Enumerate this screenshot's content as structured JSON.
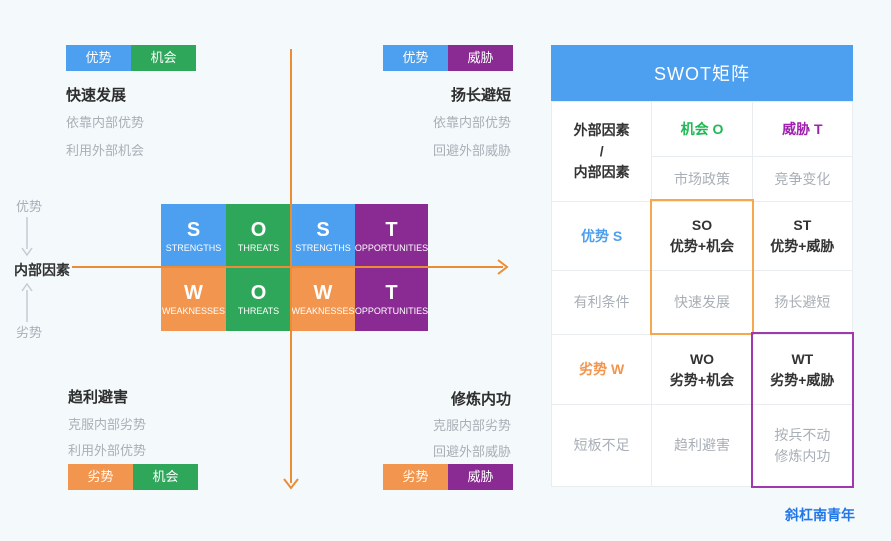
{
  "palette": {
    "blue": "#4d9fef",
    "green": "#2fa75a",
    "orange": "#f2954e",
    "purple": "#8a2b93",
    "arrow_orange": "#ee8c35",
    "arrow_gray": "#c7cbd1",
    "header_blue": "#4d9ff0",
    "table_green_text": "#1db954",
    "table_purple_text": "#a021b0",
    "highlight_orange": "#f5a84e",
    "highlight_purple": "#a238b0",
    "gray_text": "#a9afb6",
    "watermark_blue": "#2176e8"
  },
  "quadrants": {
    "top_left": {
      "tags": [
        {
          "label": "优势"
        },
        {
          "label": "机会"
        }
      ],
      "title": "快速发展",
      "line1": "依靠内部优势",
      "line2": "利用外部机会"
    },
    "top_right": {
      "tags": [
        {
          "label": "优势"
        },
        {
          "label": "威胁"
        }
      ],
      "title": "扬长避短",
      "line1": "依靠内部优势",
      "line2": "回避外部威胁"
    },
    "bottom_left": {
      "title": "趋利避害",
      "line1": "克服内部劣势",
      "line2": "利用外部优势",
      "tags": [
        {
          "label": "劣势"
        },
        {
          "label": "机会"
        }
      ]
    },
    "bottom_right": {
      "title": "修炼内功",
      "line1": "克服内部劣势",
      "line2": "回避外部威胁",
      "tags": [
        {
          "label": "劣势"
        },
        {
          "label": "威胁"
        }
      ]
    }
  },
  "axis": {
    "top_label": "优势",
    "center_label": "内部因素",
    "bottom_label": "劣势"
  },
  "blocks": [
    {
      "letter": "S",
      "word": "STRENGTHS"
    },
    {
      "letter": "O",
      "word": "THREATS"
    },
    {
      "letter": "S",
      "word": "STRENGTHS"
    },
    {
      "letter": "T",
      "word": "OPPORTUNITIES"
    },
    {
      "letter": "W",
      "word": "WEAKNESSES"
    },
    {
      "letter": "O",
      "word": "THREATS"
    },
    {
      "letter": "W",
      "word": "WEAKNESSES"
    },
    {
      "letter": "T",
      "word": "OPPORTUNITIES"
    }
  ],
  "table": {
    "title": "SWOT矩阵",
    "corner": {
      "line1": "外部因素",
      "line2": "/",
      "line3": "内部因素"
    },
    "heads": {
      "opportunity": "机会 O",
      "threat": "威胁 T"
    },
    "external_examples": {
      "opportunity": "市场政策",
      "threat": "竞争变化"
    },
    "strength": {
      "head": "优势 S",
      "so_title": "SO",
      "so_sub": "优势+机会",
      "st_title": "ST",
      "st_sub": "优势+威胁"
    },
    "strength_examples": {
      "head": "有利条件",
      "so": "快速发展",
      "st": "扬长避短"
    },
    "weakness": {
      "head": "劣势 W",
      "wo_title": "WO",
      "wo_sub": "劣势+机会",
      "wt_title": "WT",
      "wt_sub": "劣势+威胁"
    },
    "weakness_examples": {
      "head": "短板不足",
      "wo": "趋利避害",
      "wt_line1": "按兵不动",
      "wt_line2": "修炼内功"
    }
  },
  "watermark": "斜杠南青年"
}
